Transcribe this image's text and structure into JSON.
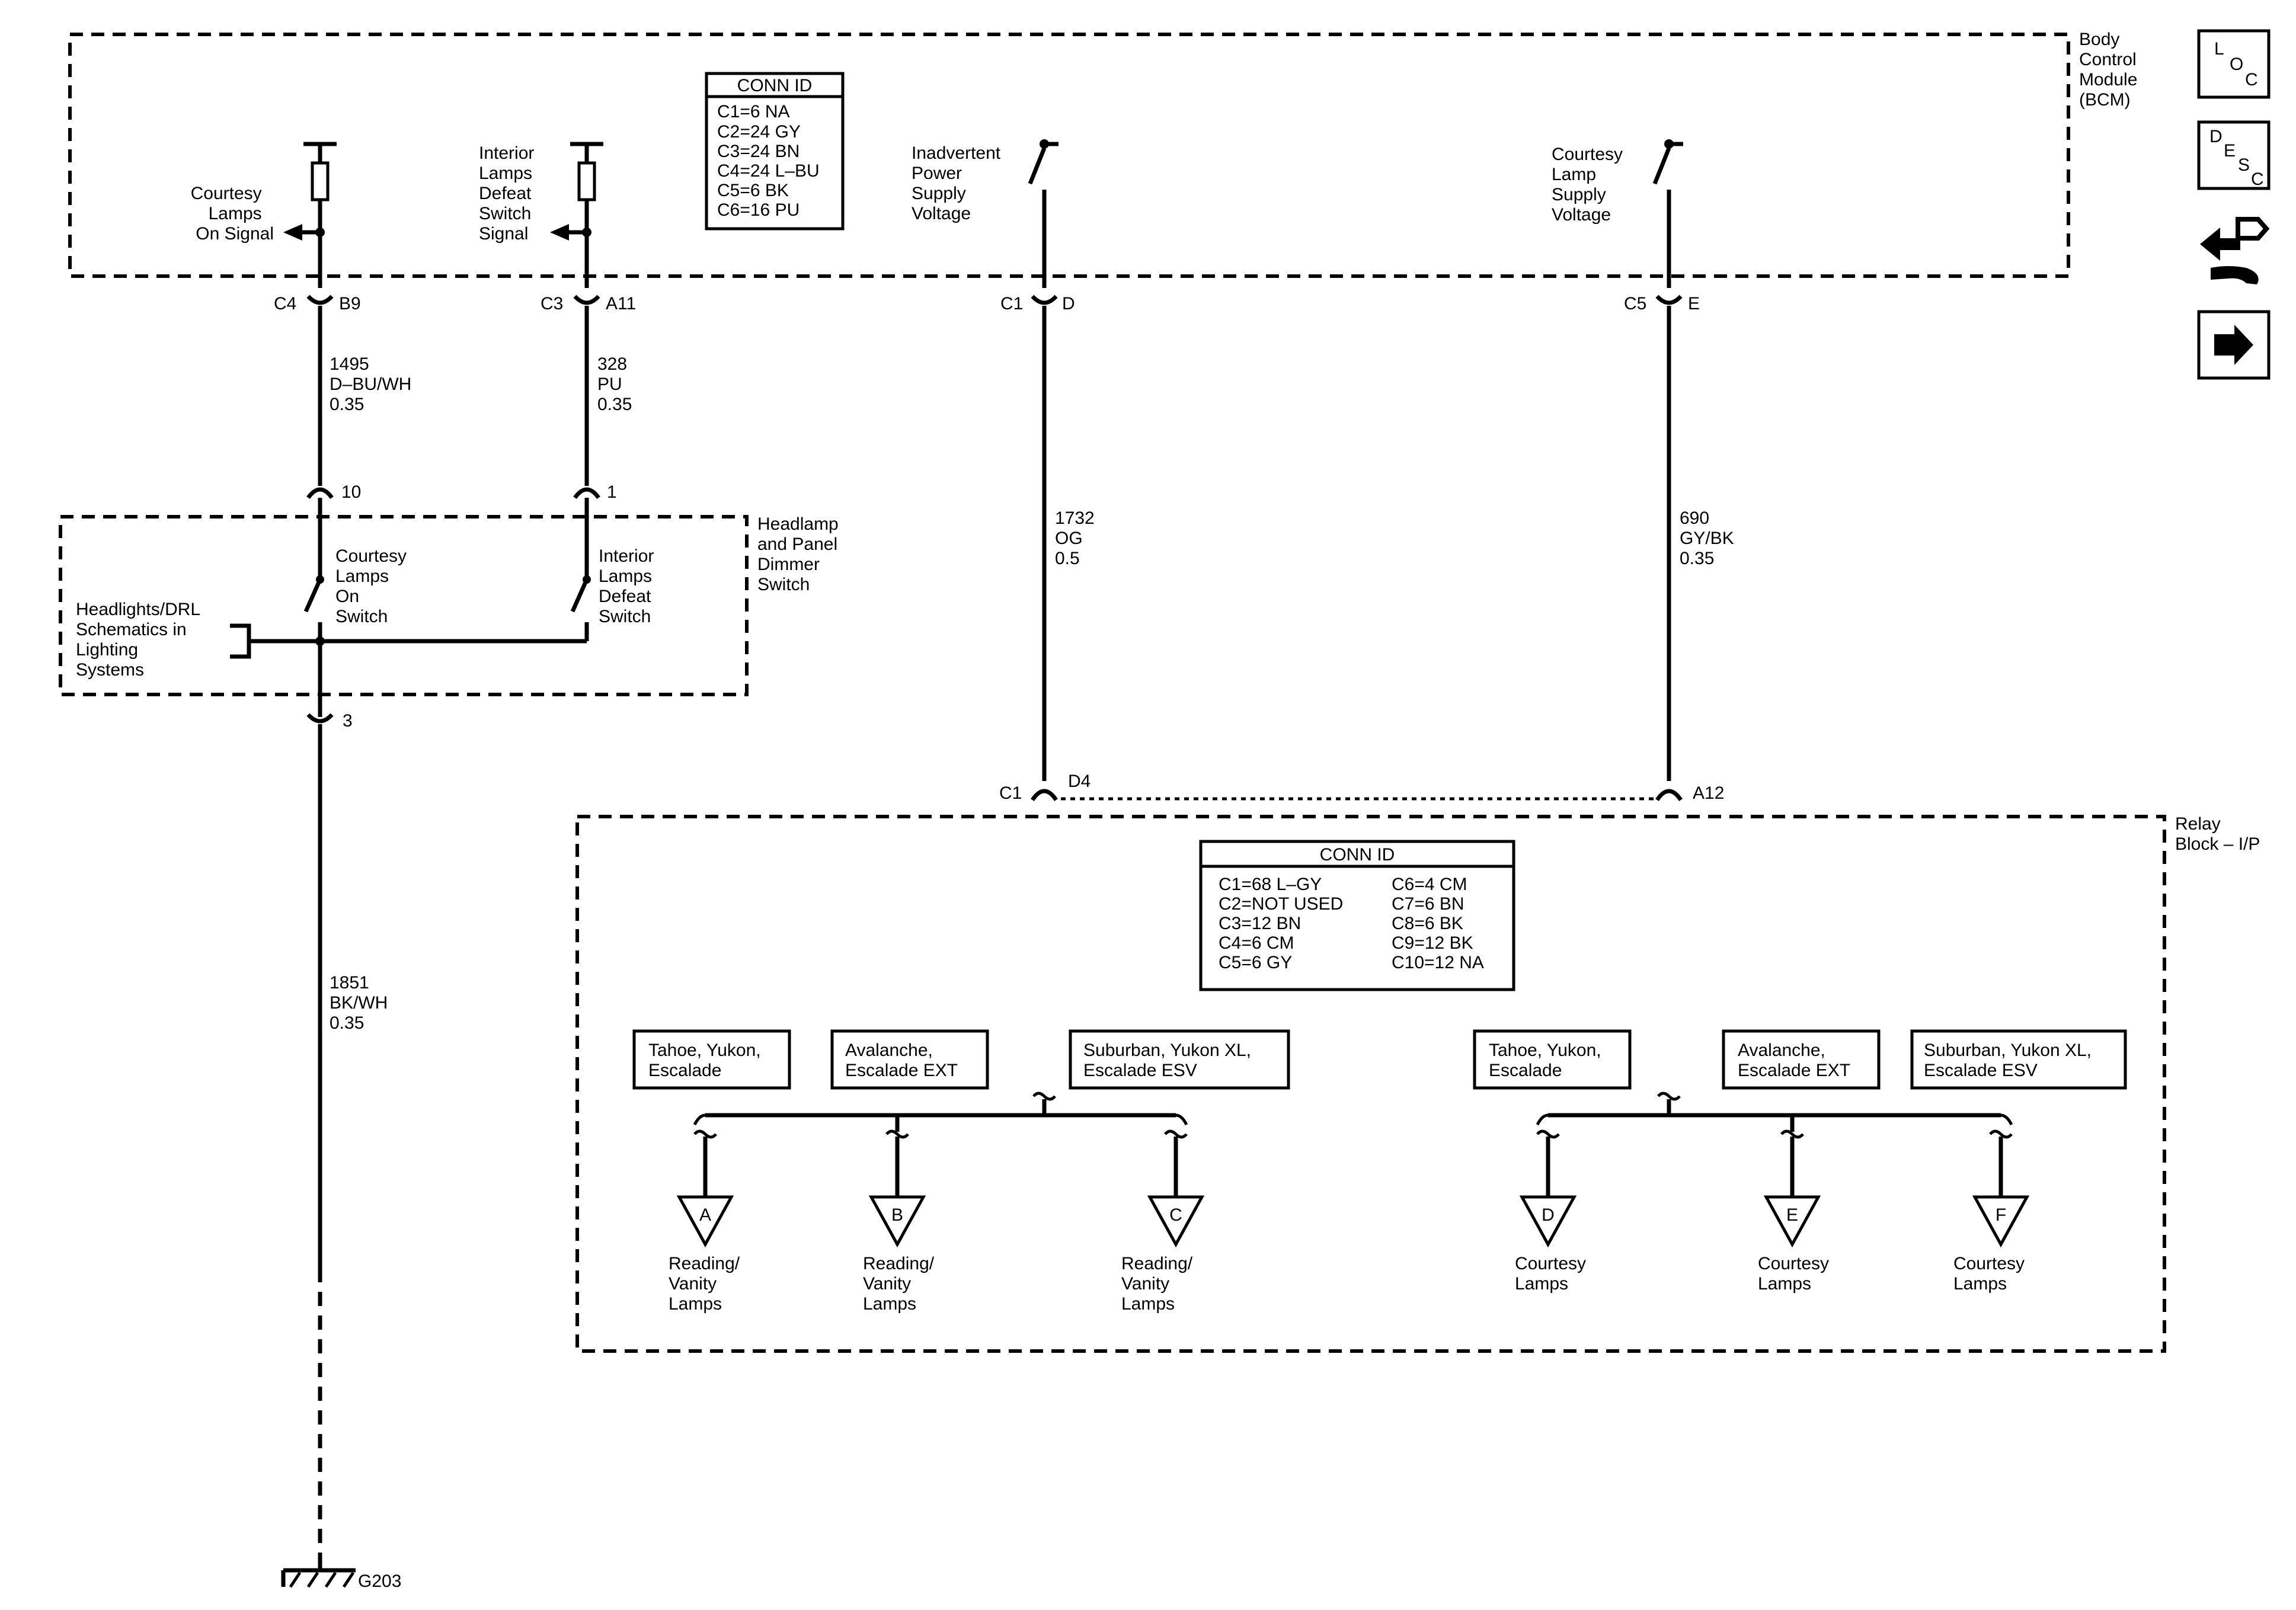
{
  "modules": {
    "bcm": {
      "name": [
        "Body",
        "Control",
        "Module",
        "(BCM)"
      ]
    },
    "headlamp_switch": {
      "name": [
        "Headlamp",
        "and Panel",
        "Dimmer",
        "Switch"
      ]
    },
    "relay_block": {
      "name": [
        "Relay",
        "Block – I/P"
      ]
    }
  },
  "bcm_conn": {
    "title": "CONN ID",
    "lines": [
      "C1=6 NA",
      "C2=24 GY",
      "C3=24 BN",
      "C4=24 L–BU",
      "C5=6 BK",
      "C6=16 PU"
    ]
  },
  "relay_conn": {
    "title": "CONN ID",
    "left": [
      "C1=68 L–GY",
      "C2=NOT USED",
      "C3=12 BN",
      "C4=6 CM",
      "C5=6 GY"
    ],
    "right": [
      "C6=4 CM",
      "C7=6 BN",
      "C8=6 BK",
      "C9=12 BK",
      "C10=12 NA"
    ]
  },
  "bcm_signals": {
    "courtesy_on": [
      "Courtesy",
      "Lamps",
      "On Signal"
    ],
    "interior_defeat": [
      "Interior",
      "Lamps",
      "Defeat",
      "Switch",
      "Signal"
    ],
    "inadvertent": [
      "Inadvertent",
      "Power",
      "Supply",
      "Voltage"
    ],
    "courtesy_supply": [
      "Courtesy",
      "Lamp",
      "Supply",
      "Voltage"
    ]
  },
  "bcm_pins": {
    "p1": {
      "conn": "C4",
      "pin": "B9"
    },
    "p2": {
      "conn": "C3",
      "pin": "A11"
    },
    "p3": {
      "conn": "C1",
      "pin": "D"
    },
    "p4": {
      "conn": "C5",
      "pin": "E"
    }
  },
  "wires": {
    "w1495": [
      "1495",
      "D–BU/WH",
      "0.35"
    ],
    "w328": [
      "328",
      "PU",
      "0.35"
    ],
    "w1732": [
      "1732",
      "OG",
      "0.5"
    ],
    "w690": [
      "690",
      "GY/BK",
      "0.35"
    ],
    "w1851": [
      "1851",
      "BK/WH",
      "0.35"
    ]
  },
  "switch_pins": {
    "p10": "10",
    "p1": "1",
    "p3": "3"
  },
  "switches": {
    "courtesy_on": [
      "Courtesy",
      "Lamps",
      "On",
      "Switch"
    ],
    "interior_defeat": [
      "Interior",
      "Lamps",
      "Defeat",
      "Switch"
    ]
  },
  "headlights_ref": [
    "Headlights/DRL",
    "Schematics in",
    "Lighting",
    "Systems"
  ],
  "relay_pins": {
    "c1": "C1",
    "d4": "D4",
    "a12": "A12"
  },
  "vehicle_options": {
    "left": [
      [
        "Tahoe, Yukon,",
        "Escalade"
      ],
      [
        "Avalanche,",
        "Escalade EXT"
      ],
      [
        "Suburban, Yukon XL,",
        "Escalade ESV"
      ]
    ],
    "right": [
      [
        "Tahoe, Yukon,",
        "Escalade"
      ],
      [
        "Avalanche,",
        "Escalade EXT"
      ],
      [
        "Suburban, Yukon XL,",
        "Escalade ESV"
      ]
    ]
  },
  "outputs": [
    {
      "letter": "A",
      "label": [
        "Reading/",
        "Vanity",
        "Lamps"
      ]
    },
    {
      "letter": "B",
      "label": [
        "Reading/",
        "Vanity",
        "Lamps"
      ]
    },
    {
      "letter": "C",
      "label": [
        "Reading/",
        "Vanity",
        "Lamps"
      ]
    },
    {
      "letter": "D",
      "label": [
        "Courtesy",
        "Lamps"
      ]
    },
    {
      "letter": "E",
      "label": [
        "Courtesy",
        "Lamps"
      ]
    },
    {
      "letter": "F",
      "label": [
        "Courtesy",
        "Lamps"
      ]
    }
  ],
  "ground": "G203",
  "side_icons": {
    "loc": [
      "L",
      "O",
      "C"
    ],
    "desc": [
      "D",
      "E",
      "S",
      "C"
    ],
    "icon_names": [
      "loc-icon",
      "desc-icon",
      "connector-tool-icon",
      "next-arrow-icon"
    ]
  }
}
